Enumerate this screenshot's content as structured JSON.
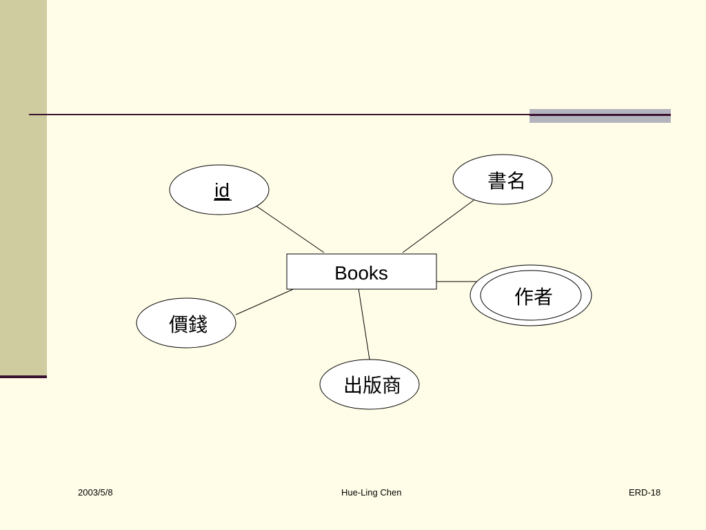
{
  "diagram": {
    "entity": "Books",
    "attributes": {
      "id": "id",
      "title": "書名",
      "author": "作者",
      "price": "價錢",
      "publisher": "出版商"
    }
  },
  "footer": {
    "date": "2003/5/8",
    "author": "Hue-Ling Chen",
    "page": "ERD-18"
  }
}
